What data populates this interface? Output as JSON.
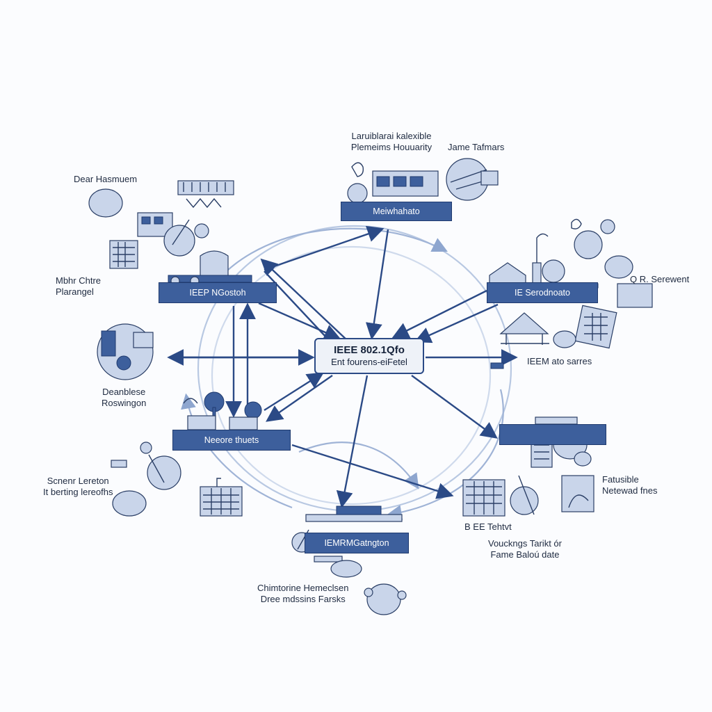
{
  "center": {
    "title": "IEEE 802.1Qfo",
    "subtitle": "Ent fourens-eiFetel"
  },
  "nodes": {
    "top_box": "Meiwhahato",
    "upper_left_box": "IEEP NGostoh",
    "right_box": "IE Serodnoato",
    "lower_left_box": "Neeore thuets",
    "lower_right_box": "",
    "bottom_box": "IEMRMGatngton"
  },
  "labels": {
    "top_title": "Laruiblarai kalexible\nPlemeims Houuarity",
    "top_right": "Jame Tafmars",
    "upper_left": "Dear Hasmuem",
    "left_upper": "Mbhr Chtre\nPlarangel",
    "right_upper": "Q R. Serewent",
    "right_mid": "IEEM ato sarres",
    "left_mid": "Deanblese\nRoswingon",
    "lower_left": "Scnenr Lereton\nIt berting lereofhs",
    "right_lower": "Fatusible\nNetewad fnes",
    "bee_label": "B EE Tehtvt",
    "bottom_right": "Vouckngs Tarikt ór\nFame Baloú date",
    "bottom": "Chimtorine Hemeclsen\nDree mdssins Farsks"
  },
  "colors": {
    "accent": "#3d5f9c",
    "border": "#1f3a6e",
    "ring": "#b8c8e2",
    "background": "#fbfcfe"
  }
}
